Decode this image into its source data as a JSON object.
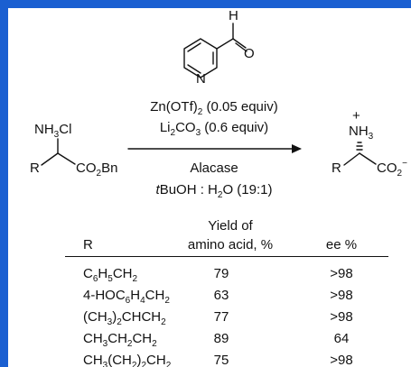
{
  "colors": {
    "frame": "#1a5fd1",
    "ink": "#111111",
    "background": "#ffffff"
  },
  "reagent": {
    "aldehyde_atoms": {
      "H": "H",
      "O": "O",
      "N": "N"
    },
    "conditions": [
      {
        "main": "Zn(OTf)",
        "sub": "2",
        "tail": " (0.05 equiv)"
      },
      {
        "pre": "Li",
        "sub1": "2",
        "mid": "CO",
        "sub2": "3",
        "tail": " (0.6 equiv)"
      }
    ],
    "enzyme": "Alacase",
    "solvent": {
      "prefix": "t",
      "main": "BuOH : H",
      "sub": "2",
      "tail": "O (19:1)"
    }
  },
  "substrate": {
    "nh": "NH",
    "nh_sub": "3",
    "cl": "Cl",
    "r": "R",
    "co": "CO",
    "co_sub": "2",
    "bn": "Bn"
  },
  "product": {
    "plus": "+",
    "nh": "NH",
    "nh_sub": "3",
    "r": "R",
    "co": "CO",
    "co_sub": "2",
    "minus": "−"
  },
  "table": {
    "header": {
      "r": "R",
      "yield_line1": "Yield of",
      "yield_line2": "amino acid, %",
      "ee": "ee %"
    },
    "rows": [
      {
        "r": [
          [
            "C",
            "n"
          ],
          [
            "6",
            "s"
          ],
          [
            "H",
            "n"
          ],
          [
            "5",
            "s"
          ],
          [
            "CH",
            "n"
          ],
          [
            "2",
            "s"
          ]
        ],
        "yield": "79",
        "ee": ">98"
      },
      {
        "r": [
          [
            "4-HOC",
            "n"
          ],
          [
            "6",
            "s"
          ],
          [
            "H",
            "n"
          ],
          [
            "4",
            "s"
          ],
          [
            "CH",
            "n"
          ],
          [
            "2",
            "s"
          ]
        ],
        "yield": "63",
        "ee": ">98"
      },
      {
        "r": [
          [
            "(CH",
            "n"
          ],
          [
            "3",
            "s"
          ],
          [
            ")",
            "n"
          ],
          [
            "2",
            "s"
          ],
          [
            "CHCH",
            "n"
          ],
          [
            "2",
            "s"
          ]
        ],
        "yield": "77",
        "ee": ">98"
      },
      {
        "r": [
          [
            "CH",
            "n"
          ],
          [
            "3",
            "s"
          ],
          [
            "CH",
            "n"
          ],
          [
            "2",
            "s"
          ],
          [
            "CH",
            "n"
          ],
          [
            "2",
            "s"
          ]
        ],
        "yield": "89",
        "ee": "64"
      },
      {
        "r": [
          [
            "CH",
            "n"
          ],
          [
            "3",
            "s"
          ],
          [
            "(CH",
            "n"
          ],
          [
            "2",
            "s"
          ],
          [
            ")",
            "n"
          ],
          [
            "2",
            "s"
          ],
          [
            "CH",
            "n"
          ],
          [
            "2",
            "s"
          ]
        ],
        "yield": "75",
        "ee": ">98"
      }
    ]
  }
}
